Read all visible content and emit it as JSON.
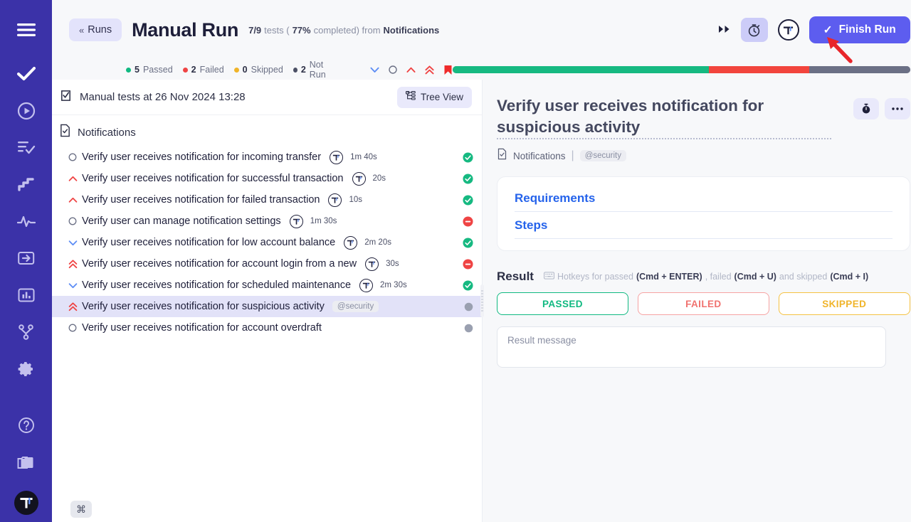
{
  "colors": {
    "rail_bg": "#3b32a8",
    "accent": "#5d5def",
    "passed": "#10b981",
    "failed": "#ef4444",
    "skipped": "#f0b429",
    "notrun": "#6b7085",
    "link": "#2563eb"
  },
  "rail": {
    "items": [
      {
        "icon": "hamburger-menu-icon",
        "name": "menu"
      },
      {
        "icon": "check-icon",
        "name": "tests"
      },
      {
        "icon": "play-circle-icon",
        "name": "runs"
      },
      {
        "icon": "list-check-icon",
        "name": "plans"
      },
      {
        "icon": "steps-icon",
        "name": "steps"
      },
      {
        "icon": "activity-pulse-icon",
        "name": "activity"
      },
      {
        "icon": "import-icon",
        "name": "import"
      },
      {
        "icon": "bar-chart-icon",
        "name": "reports"
      },
      {
        "icon": "git-branch-icon",
        "name": "branches"
      },
      {
        "icon": "gear-icon",
        "name": "settings"
      },
      {
        "icon": "help-circle-icon",
        "name": "help"
      },
      {
        "icon": "folder-icon",
        "name": "projects"
      },
      {
        "icon": "app-logo-icon",
        "name": "logo"
      }
    ]
  },
  "header": {
    "back_label": "Runs",
    "back_chevrons": "«",
    "title": "Manual Run",
    "subtitle": {
      "count": "7/9",
      "tests_word": "tests (",
      "percent": "77%",
      "completed_word": "completed) from",
      "source": "Notifications"
    },
    "fast_forward_icon": "fast-forward-icon",
    "timer_icon": "stopwatch-icon",
    "user_avatar_letter": "T",
    "finish_label": "Finish Run",
    "finish_check": "✓"
  },
  "status": {
    "counts": [
      {
        "value": "5",
        "label": "Passed",
        "color": "#10b981"
      },
      {
        "value": "2",
        "label": "Failed",
        "color": "#ef4444"
      },
      {
        "value": "0",
        "label": "Skipped",
        "color": "#f0b429"
      },
      {
        "value": "2",
        "label": "Not Run",
        "color": "#4b5065"
      }
    ],
    "priority_filters": [
      "chevron-down-icon",
      "circle-icon",
      "chevron-up-icon",
      "double-chevron-up-icon",
      "flag-icon"
    ],
    "progress": {
      "passed_pct": 56,
      "failed_pct": 22,
      "notrun_pct": 22
    }
  },
  "list": {
    "header_title": "Manual tests at 26 Nov 2024 13:28",
    "header_icon": "clipboard-check-icon",
    "tree_view_label": "Tree View",
    "tree_view_icon": "tree-icon",
    "group": {
      "name": "Notifications",
      "icon": "file-check-icon"
    },
    "tests": [
      {
        "priority": "none",
        "name": "Verify user receives notification for incoming transfer",
        "assignee": "T",
        "duration": "1m 40s",
        "status": "passed",
        "tag": ""
      },
      {
        "priority": "high",
        "name": "Verify user receives notification for successful transaction",
        "assignee": "T",
        "duration": "20s",
        "status": "passed",
        "tag": ""
      },
      {
        "priority": "high",
        "name": "Verify user receives notification for failed transaction",
        "assignee": "T",
        "duration": "10s",
        "status": "passed",
        "tag": ""
      },
      {
        "priority": "none",
        "name": "Verify user can manage notification settings",
        "assignee": "T",
        "duration": "1m 30s",
        "status": "failed",
        "tag": ""
      },
      {
        "priority": "low",
        "name": "Verify user receives notification for low account balance",
        "assignee": "T",
        "duration": "2m 20s",
        "status": "passed",
        "tag": ""
      },
      {
        "priority": "critical",
        "name": "Verify user receives notification for account login from a new",
        "assignee": "T",
        "duration": "30s",
        "status": "failed",
        "tag": ""
      },
      {
        "priority": "low",
        "name": "Verify user receives notification for scheduled maintenance",
        "assignee": "T",
        "duration": "2m 30s",
        "status": "passed",
        "tag": ""
      },
      {
        "priority": "critical",
        "name": "Verify user receives notification for suspicious activity",
        "assignee": "",
        "duration": "",
        "status": "notrun",
        "tag": "@security",
        "selected": true
      },
      {
        "priority": "none",
        "name": "Verify user receives notification for account overdraft",
        "assignee": "",
        "duration": "",
        "status": "notrun",
        "tag": ""
      }
    ]
  },
  "detail": {
    "title": "Verify user receives notification for suspicious activity",
    "timer_icon": "stopwatch-icon",
    "more_icon": "ellipsis-icon",
    "breadcrumb": {
      "suite": "Notifications",
      "separator": "|",
      "tag": "@security",
      "icon": "file-check-icon"
    },
    "sections": [
      {
        "label": "Requirements"
      },
      {
        "label": "Steps"
      }
    ],
    "result": {
      "label": "Result",
      "keyboard_icon": "keyboard-icon",
      "hotkey_intro": "Hotkeys for passed",
      "hotkey_passed": "(Cmd + ENTER)",
      "hotkey_comma": ", failed",
      "hotkey_failed": "(Cmd + U)",
      "hotkey_and": "and skipped",
      "hotkey_skipped": "(Cmd + I)",
      "buttons": [
        {
          "label": "PASSED",
          "kind": "passed"
        },
        {
          "label": "FAILED",
          "kind": "failed"
        },
        {
          "label": "SKIPPED",
          "kind": "skipped"
        }
      ],
      "message_placeholder": "Result message",
      "message_value": ""
    }
  },
  "footer": {
    "cmd_badge": "⌘"
  }
}
